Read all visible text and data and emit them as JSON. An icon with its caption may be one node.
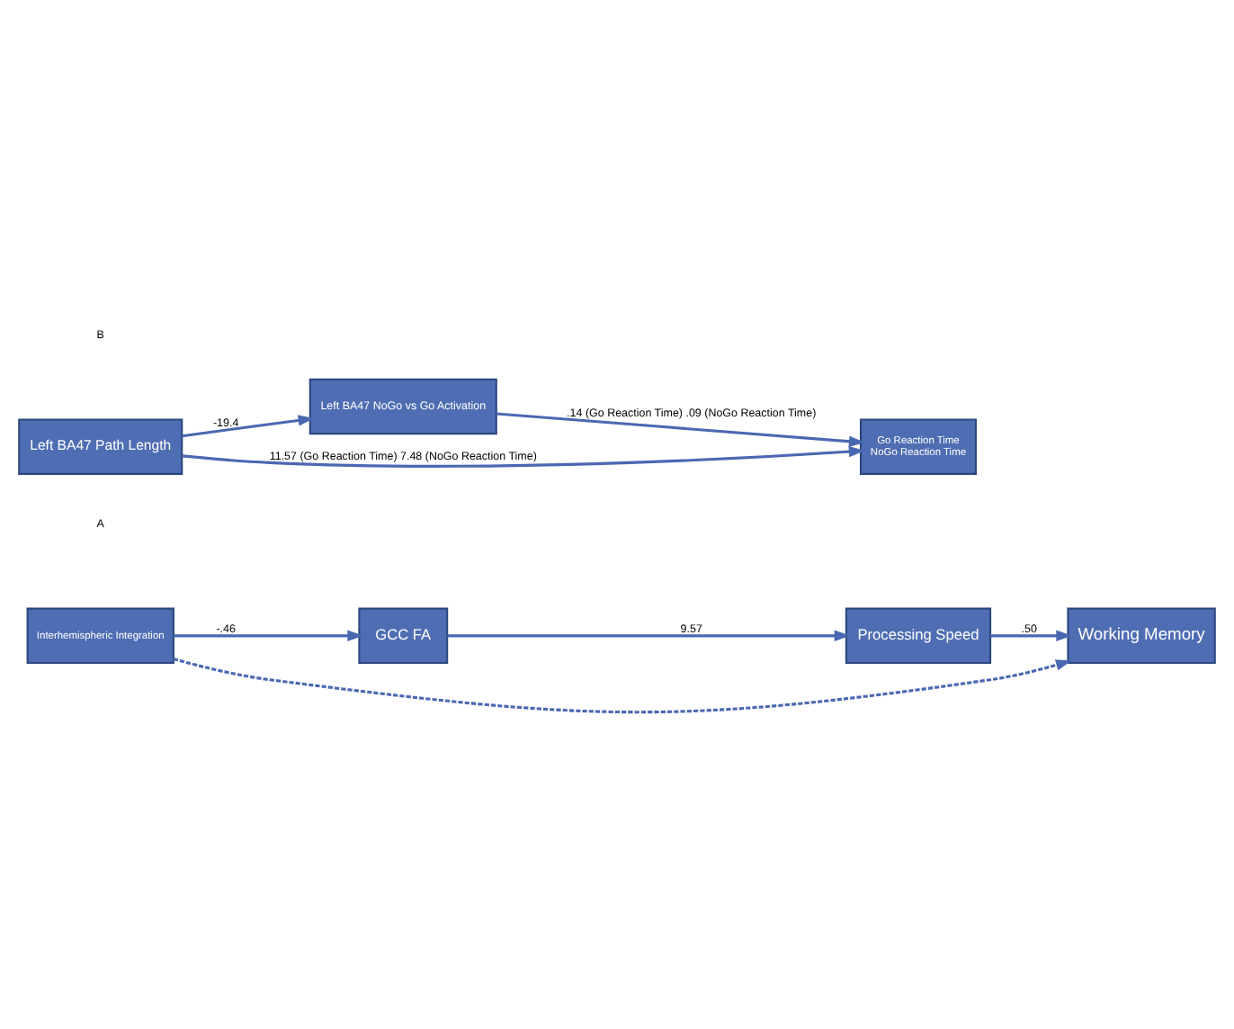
{
  "diagram": {
    "nodes": [
      {
        "text": [
          "Interhemispheric Integration"
        ]
      },
      {
        "text": [
          "GCC FA"
        ]
      },
      {
        "text": [
          "Processing Speed"
        ]
      },
      {
        "text": [
          "Working Memory"
        ]
      },
      {
        "text": [
          "Left BA47 Path Length"
        ]
      },
      {
        "text": [
          "Left BA47 NoGo vs Go Activation"
        ]
      },
      {
        "text": [
          "Go Reaction Time",
          "NoGo Reaction Time"
        ]
      }
    ],
    "edges": [
      {
        "from": 0,
        "to": 1,
        "arrow": "to",
        "label": "-.46"
      },
      {
        "from": 1,
        "to": 2,
        "arrow": "to",
        "label": "9.57"
      },
      {
        "from": 2,
        "to": 3,
        "arrow": "to",
        "label": ".50"
      },
      {
        "from": 0,
        "to": 3,
        "arrow": "to",
        "style": "dashed"
      },
      {
        "from": 4,
        "to": 5,
        "arrow": "to",
        "label": "-19.4"
      },
      {
        "from": 5,
        "to": 6,
        "arrow": "to",
        "label": ".14 (Go Reaction Time) .09 (NoGo Reaction Time)"
      },
      {
        "from": 4,
        "to": 6,
        "arrow": "to",
        "label": "11.57 (Go Reaction Time) 7.48 (NoGo Reaction Time)"
      }
    ],
    "labels": [
      "A",
      "B"
    ]
  }
}
